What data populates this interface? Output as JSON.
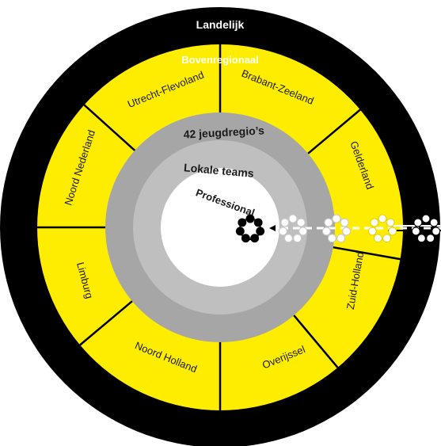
{
  "diagram": {
    "title_outer": "Landelijk",
    "layers": [
      {
        "key": "landelijk",
        "label": "Landelijk",
        "color": "#000000"
      },
      {
        "key": "bovenregionaal",
        "label": "Bovenregionaal",
        "color": "#FFED00"
      },
      {
        "key": "jeugdregios",
        "label": "42 jeugdregio’s",
        "color": "#A6A6A6"
      },
      {
        "key": "lokale_teams",
        "label": "Lokale teams",
        "color": "#BFBFBF"
      },
      {
        "key": "professional",
        "label": "Professional",
        "color": "#FFFFFF"
      }
    ],
    "regions": [
      "Brabant-Zeeland",
      "Gelderland",
      "Zuid-Holland",
      "Overijssel",
      "Noord Holland",
      "Limburg",
      "Noord Nederland",
      "Utrecht-Flevoland"
    ],
    "colors": {
      "black": "#000000",
      "yellow": "#FFED00",
      "gray_dark": "#A6A6A6",
      "gray_light": "#BFBFBF",
      "white": "#FFFFFF"
    },
    "icon": "people-circle-icon"
  }
}
